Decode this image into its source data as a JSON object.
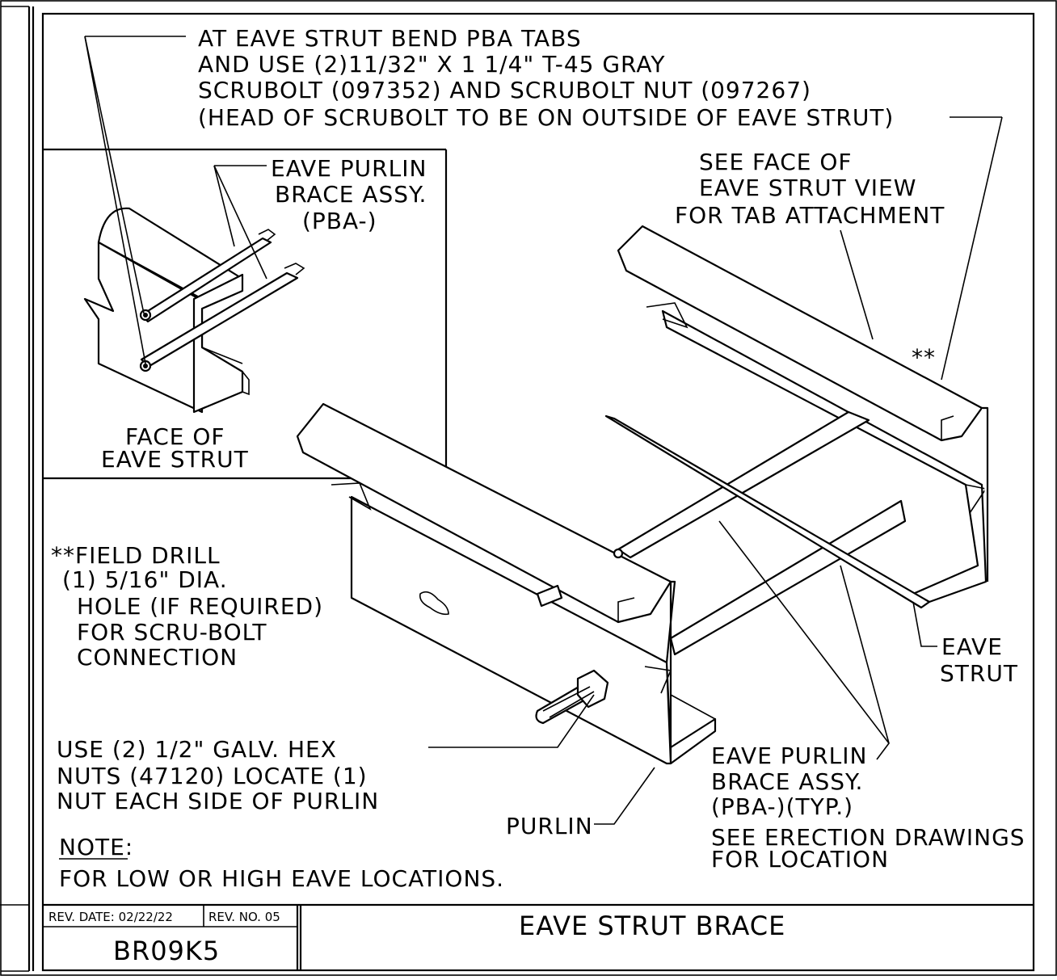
{
  "notes": {
    "top_callout": [
      "AT EAVE STRUT BEND PBA TABS",
      "AND USE (2)11/32\" X 1 1/4\" T-45 GRAY",
      "SCRUBOLT (097352) AND SCRUBOLT NUT (097267)",
      "(HEAD OF SCRUBOLT TO BE ON OUTSIDE OF EAVE STRUT)"
    ],
    "inset_callout": [
      "EAVE PURLIN",
      "BRACE ASSY.",
      "(PBA-)"
    ],
    "inset_caption": [
      "FACE OF",
      "EAVE STRUT"
    ],
    "see_face": [
      "SEE FACE OF",
      "EAVE STRUT VIEW",
      "FOR TAB ATTACHMENT"
    ],
    "double_star": "**",
    "field_drill": [
      "**FIELD DRILL",
      "(1) 5/16\" DIA.",
      "HOLE (IF REQUIRED)",
      "FOR SCRU-BOLT",
      "CONNECTION"
    ],
    "eave_strut_label": [
      "EAVE",
      "STRUT"
    ],
    "hex_nuts": [
      "USE (2) 1/2\" GALV. HEX",
      "NUTS (47120) LOCATE (1)",
      "NUT EACH SIDE OF PURLIN"
    ],
    "purlin_label": "PURLIN",
    "pba_typ": [
      "EAVE PURLIN",
      "BRACE ASSY.",
      "(PBA-)(TYP.)"
    ],
    "see_erection": [
      "SEE ERECTION DRAWINGS",
      "FOR LOCATION"
    ],
    "note_heading": "NOTE:",
    "note_body": "FOR LOW OR HIGH EAVE LOCATIONS."
  },
  "title_block": {
    "rev_date": "REV. DATE: 02/22/22",
    "rev_no": "REV. NO. 05",
    "drawing_number": "BR09K5",
    "title": "EAVE STRUT BRACE"
  }
}
